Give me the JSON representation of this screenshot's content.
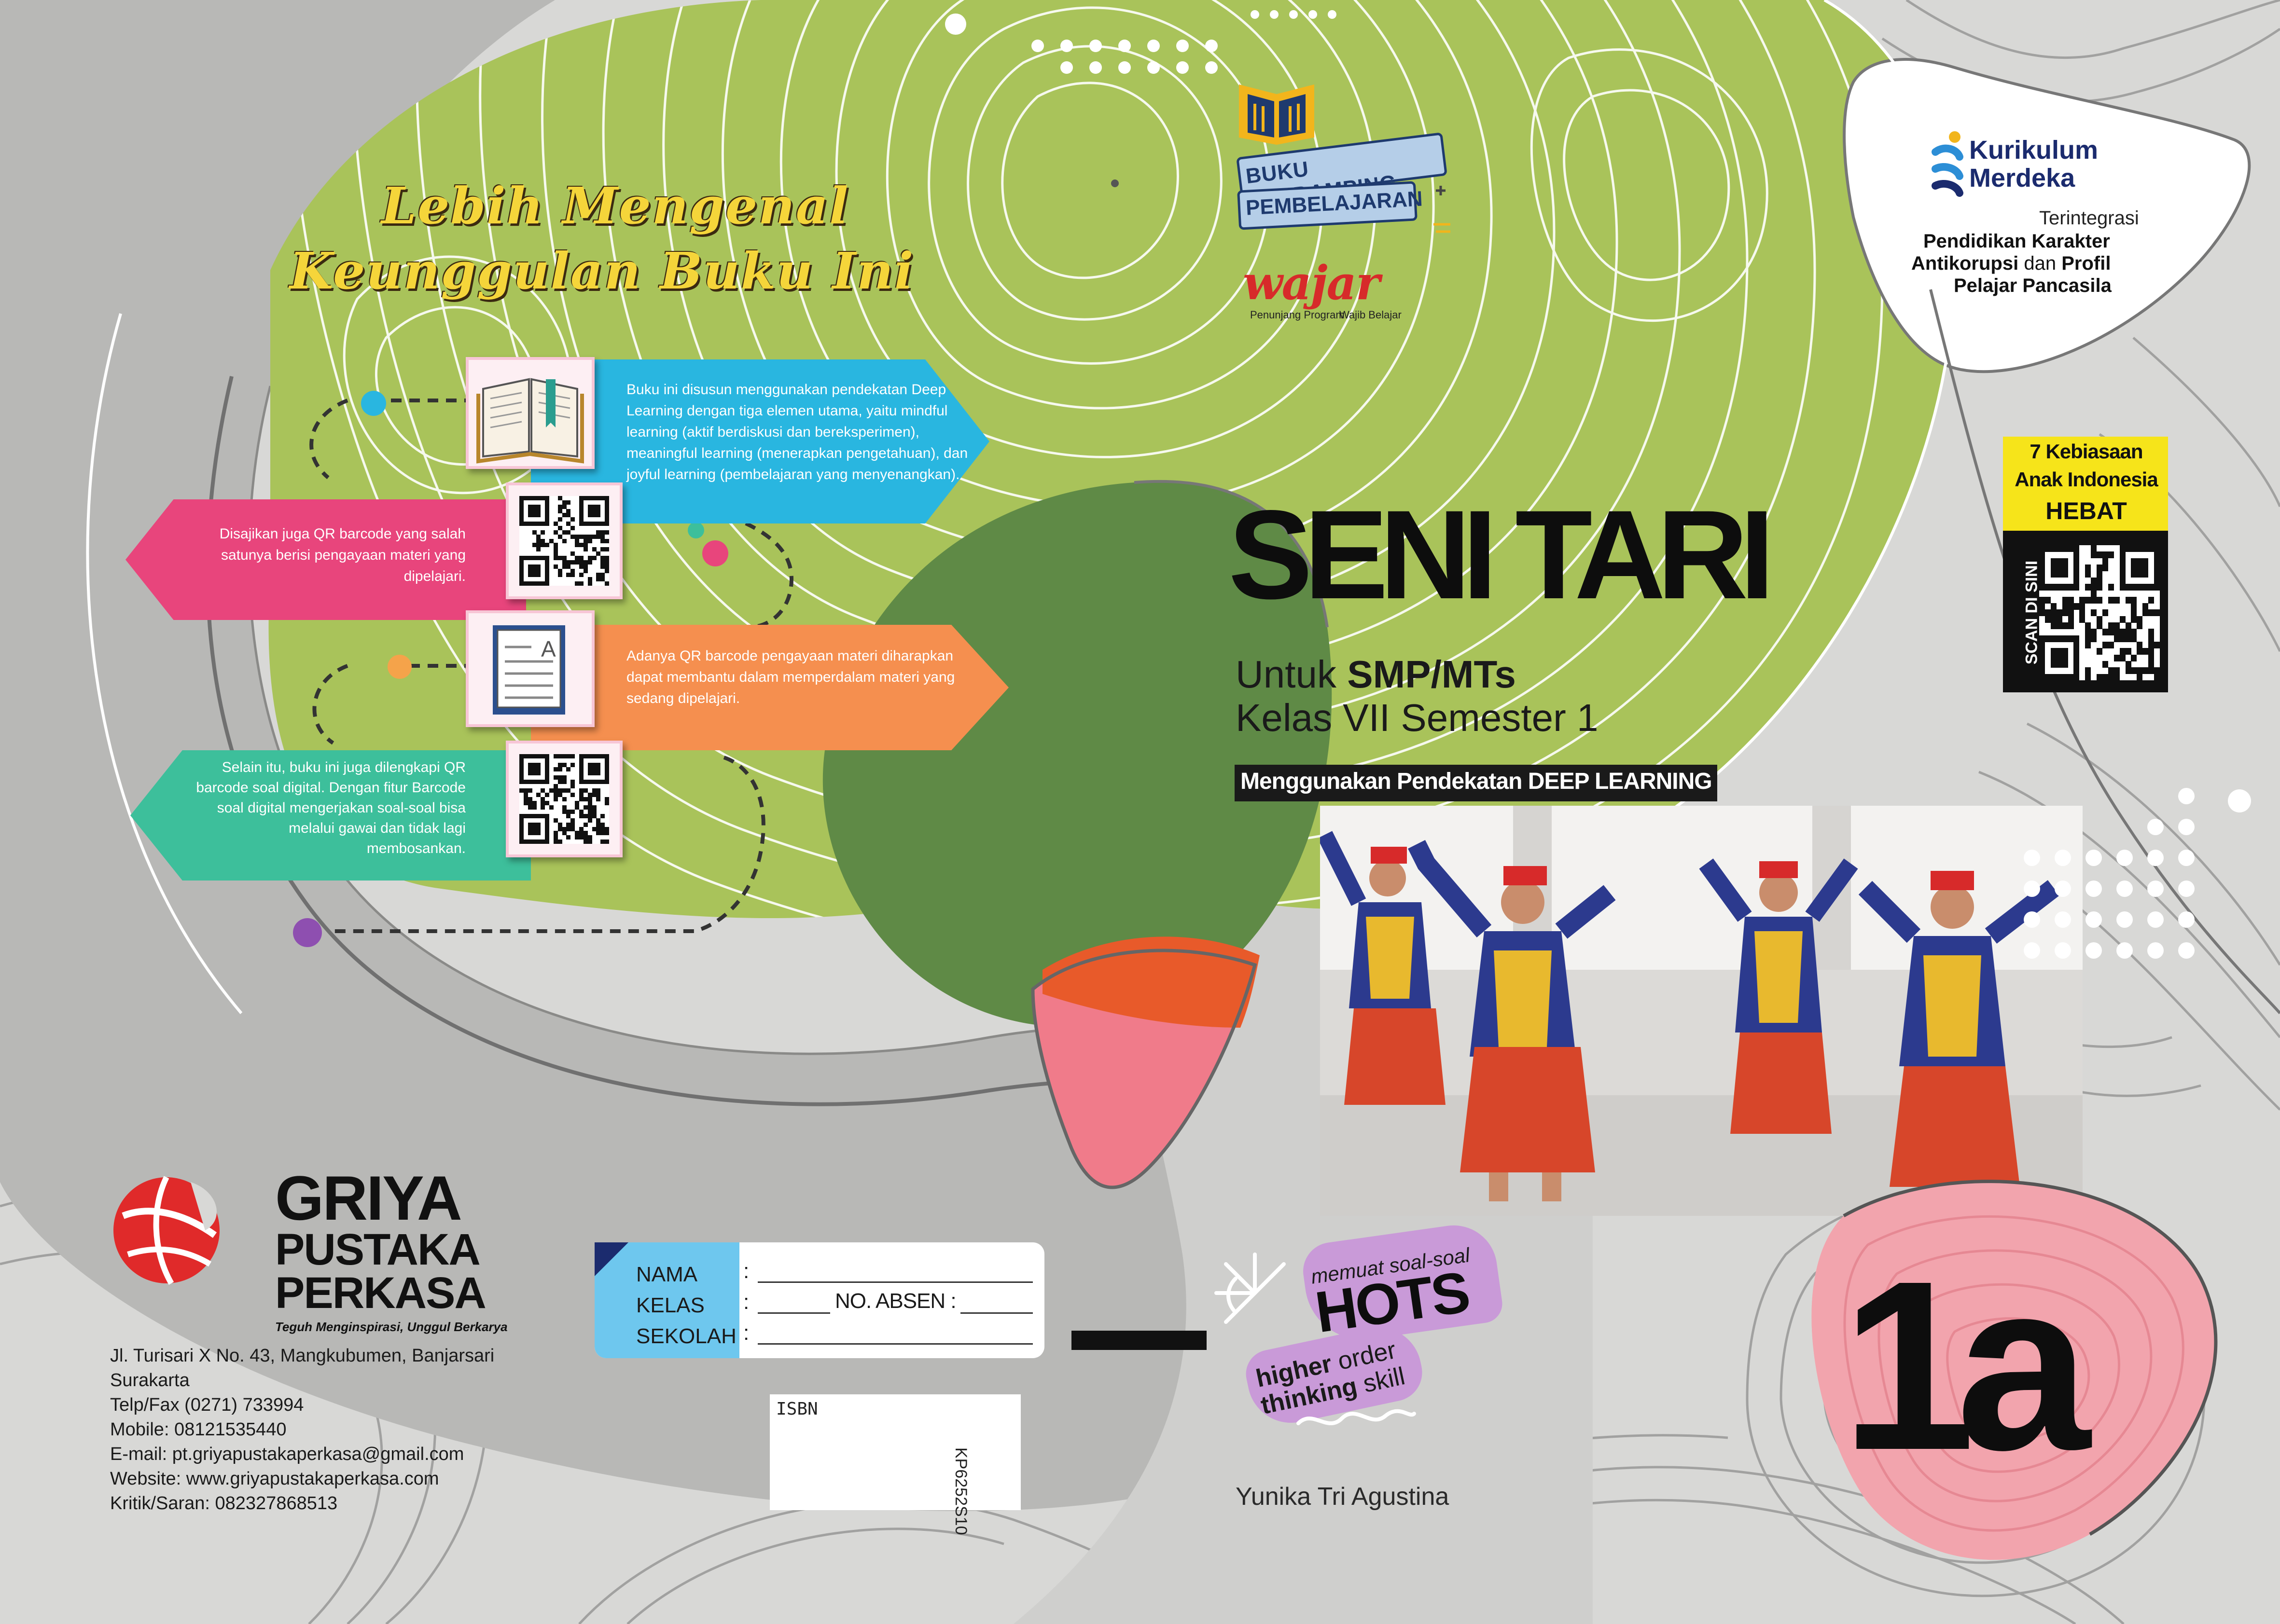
{
  "colors": {
    "green": "#a9c35a",
    "dark_green": "#5f8a46",
    "grey": "#b3b3b2",
    "cyan": "#29b6e0",
    "pink": "#e8457c",
    "orange": "#f58f4f",
    "teal": "#3dbf9b",
    "red_brand": "#e02a2a",
    "yellow": "#f6e41a",
    "purple_badge": "#c99ad8"
  },
  "intro": {
    "line1": "Lebih Mengenal",
    "line2": "Keunggulan Buku Ini"
  },
  "features": [
    {
      "text": "Buku ini disusun menggunakan pendekatan Deep\nLearning dengan tiga elemen utama, yaitu mindful\nlearning (aktif berdiskusi dan bereksperimen),\nmeaningful learning (menerapkan pengetahuan),\ndan joyful learning (pembelajaran yang\nmenyenangkan)."
    },
    {
      "text": "Disajikan juga QR barcode\nyang salah satunya berisi\npengayaan materi yang dipelajari."
    },
    {
      "text": "Adanya QR barcode pengayaan materi\ndiharapkan dapat membantu dalam\nmemperdalam materi yang sedang dipelajari."
    },
    {
      "text": "Selain itu, buku ini juga dilengkapi\nQR barcode soal digital. Dengan fitur\nBarcode soal digital mengerjakan\nsoal-soal bisa melalui gawai dan\ntidak lagi membosankan."
    }
  ],
  "series_logo": {
    "line1": "BUKU PENDAMPING",
    "line2": "PEMBELAJARAN"
  },
  "wajar": {
    "name": "wajar",
    "left": "Penunjang Program",
    "right": "Wajib Belajar"
  },
  "kurikulum": {
    "name1": "Kurikulum",
    "name2": "Merdeka",
    "line1": "Terintegrasi",
    "line2": "Pendidikan Karakter",
    "line3a": "Antikorupsi",
    "line3b": " dan ",
    "line3c": "Profil",
    "line4": "Pelajar Pancasila"
  },
  "kebiasaan": {
    "line1": "7 Kebiasaan",
    "line2": "Anak Indonesia",
    "line3": "HEBAT",
    "scan": "SCAN DI SINI"
  },
  "title": {
    "main": "SENI TARI",
    "for_a": "Untuk ",
    "for_b": "SMP/MTs",
    "grade": "Kelas VII Semester 1",
    "approach": "Menggunakan Pendekatan DEEP LEARNING"
  },
  "publisher": {
    "name1": "GRIYA",
    "name2": "PUSTAKA",
    "name3": "PERKASA",
    "tagline": "Teguh Menginspirasi, Unggul Berkarya",
    "address": "Jl. Turisari X No. 43, Mangkubumen, Banjarsari\nSurakarta\nTelp/Fax (0271) 733994\nMobile: 08121535440\nE-mail: pt.griyapustakaperkasa@gmail.com\nWebsite: www.griyapustakaperkasa.com\nKritik/Saran: 082327868513"
  },
  "form": {
    "labels": "NAMA\nKELAS\nSEKOLAH",
    "colon1": ":",
    "colon2": ":",
    "colon3": ":",
    "absen": "NO. ABSEN :"
  },
  "isbn": {
    "label": "ISBN",
    "code": "KP6252S10"
  },
  "hots": {
    "top": "memuat soal-soal",
    "main": "HOTS",
    "sub1a": "higher ",
    "sub1b": "order",
    "sub2a": "thinking ",
    "sub2b": "skill"
  },
  "author": "Yunika Tri Agustina",
  "volume": "1a"
}
